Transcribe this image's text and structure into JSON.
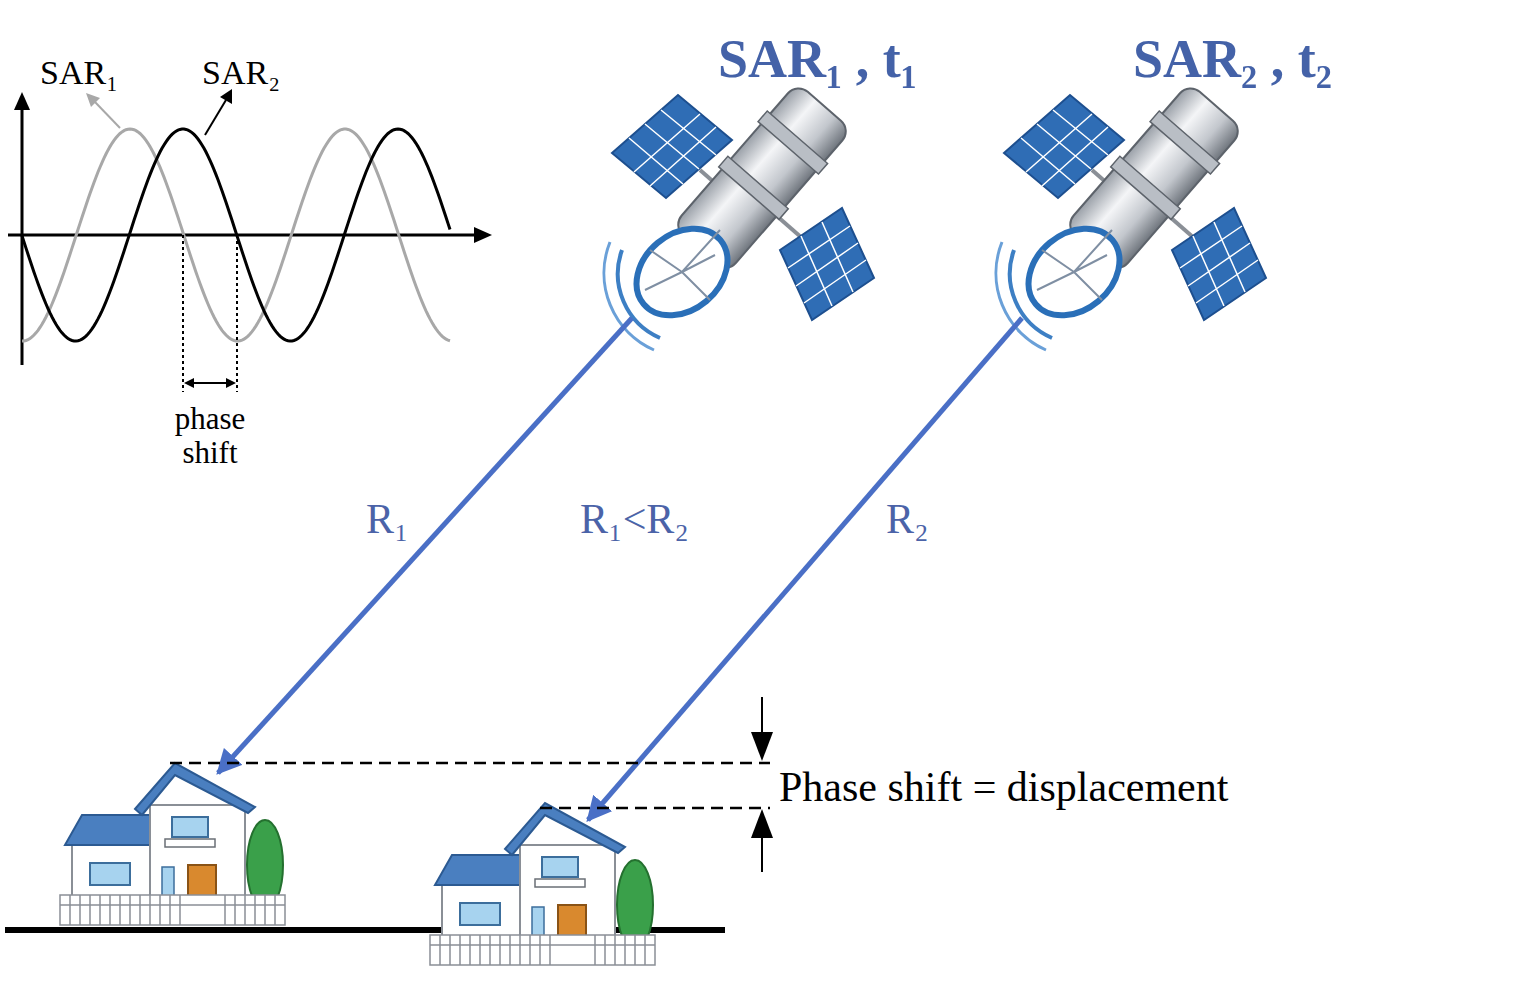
{
  "diagram": {
    "nodes": [
      {
        "text": [
          "SAR₁ , t₁"
        ]
      },
      {
        "text": [
          "SAR₂ , t₂"
        ]
      }
    ],
    "labels": [
      "SAR₁",
      "SAR₂",
      "phase shift",
      "R₁",
      "R₁<R₂",
      "R₂",
      "Phase shift = displacement"
    ]
  }
}
